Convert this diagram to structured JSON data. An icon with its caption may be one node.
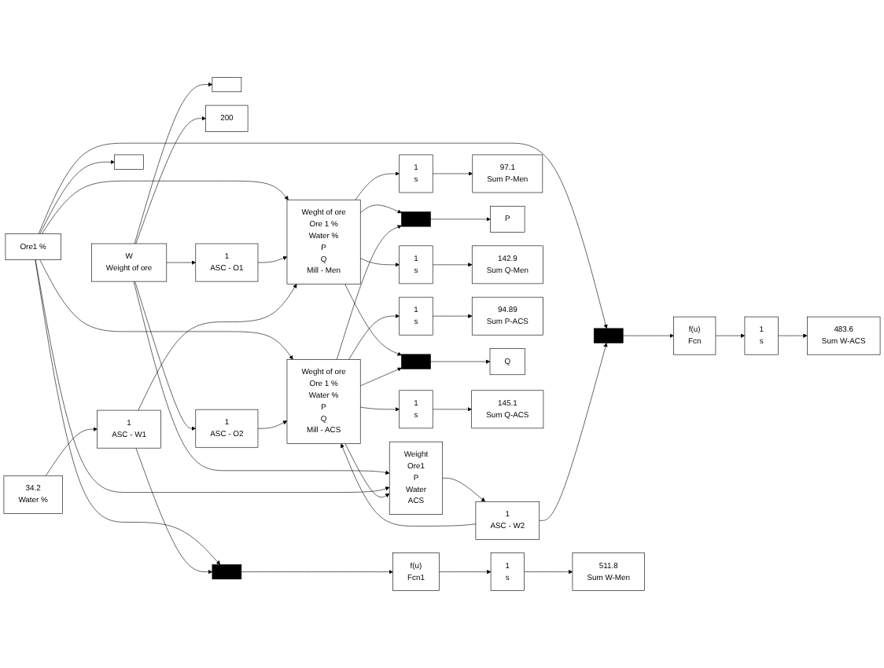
{
  "diagram": {
    "nodes": [
      {
        "text": [],
        "shape": "box"
      },
      {
        "text": [
          "200"
        ]
      },
      {
        "text": [
          "W",
          "Weight of ore"
        ]
      },
      {
        "text": [],
        "shape": "box"
      },
      {
        "text": [
          "Ore1 %"
        ]
      },
      {
        "text": [
          "34.2",
          "Water %"
        ]
      },
      {
        "text": [
          "1",
          "ASC - O1"
        ]
      },
      {
        "text": [
          "1",
          "ASC - W1"
        ]
      },
      {
        "text": [
          "1",
          "ASC - O2"
        ]
      },
      {
        "text": [
          "1",
          "ASC - W2"
        ]
      },
      {
        "text": [
          "Weght of ore",
          "Ore 1 %",
          "Water %",
          "P",
          "Q",
          "Mill - Men"
        ]
      },
      {
        "text": [
          "Weght of ore",
          "Ore 1 %",
          "Water %",
          "P",
          "Q",
          "Mill - ACS"
        ]
      },
      {
        "text": [
          "Weight",
          "Ore1",
          "P",
          "Water",
          "ACS"
        ]
      },
      {
        "text": [
          "1",
          "s"
        ]
      },
      {
        "text": [
          "97.1",
          "Sum P-Men"
        ]
      },
      {
        "text": [],
        "shape": "bar"
      },
      {
        "text": [
          "P"
        ]
      },
      {
        "text": [
          "1",
          "s"
        ]
      },
      {
        "text": [
          "142.9",
          "Sum Q-Men"
        ]
      },
      {
        "text": [
          "1",
          "s"
        ]
      },
      {
        "text": [
          "94.89",
          "Sum P-ACS"
        ]
      },
      {
        "text": [],
        "shape": "bar"
      },
      {
        "text": [
          "Q"
        ]
      },
      {
        "text": [
          "1",
          "s"
        ]
      },
      {
        "text": [
          "145.1",
          "Sum Q-ACS"
        ]
      },
      {
        "text": [],
        "shape": "bar"
      },
      {
        "text": [
          "f(u)",
          "Fcn"
        ]
      },
      {
        "text": [
          "1",
          "s"
        ]
      },
      {
        "text": [
          "483.6",
          "Sum W-ACS"
        ]
      },
      {
        "text": [],
        "shape": "bar"
      },
      {
        "text": [
          "f(u)",
          "Fcn1"
        ]
      },
      {
        "text": [
          "1",
          "s"
        ]
      },
      {
        "text": [
          "511.8",
          "Sum W-Men"
        ]
      }
    ],
    "edges": [
      {
        "from": 2,
        "to": 0,
        "arrow": "to"
      },
      {
        "from": 2,
        "to": 1,
        "arrow": "to"
      },
      {
        "from": 2,
        "to": 6,
        "arrow": "to"
      },
      {
        "from": 2,
        "to": 8,
        "arrow": "to"
      },
      {
        "from": 2,
        "to": 12,
        "arrow": "to"
      },
      {
        "from": 4,
        "to": 3,
        "arrow": "to"
      },
      {
        "from": 4,
        "to": 10,
        "arrow": "to"
      },
      {
        "from": 4,
        "to": 11,
        "arrow": "to"
      },
      {
        "from": 4,
        "to": 12,
        "arrow": "to"
      },
      {
        "from": 4,
        "to": 25,
        "arrow": "to"
      },
      {
        "from": 4,
        "to": 29,
        "arrow": "to"
      },
      {
        "from": 5,
        "to": 7,
        "arrow": "to"
      },
      {
        "from": 12,
        "to": 9,
        "arrow": "to"
      },
      {
        "from": 6,
        "to": 10,
        "arrow": "to"
      },
      {
        "from": 7,
        "to": 10,
        "arrow": "to"
      },
      {
        "from": 8,
        "to": 11,
        "arrow": "to"
      },
      {
        "from": 9,
        "to": 11,
        "arrow": "to"
      },
      {
        "from": 7,
        "to": 29,
        "arrow": "to"
      },
      {
        "from": 9,
        "to": 25,
        "arrow": "to"
      },
      {
        "from": 10,
        "to": 13,
        "arrow": "to"
      },
      {
        "from": 10,
        "to": 15,
        "arrow": "to"
      },
      {
        "from": 10,
        "to": 17,
        "arrow": "to"
      },
      {
        "from": 10,
        "to": 21,
        "arrow": "to"
      },
      {
        "from": 11,
        "to": 19,
        "arrow": "to"
      },
      {
        "from": 11,
        "to": 15,
        "arrow": "to"
      },
      {
        "from": 11,
        "to": 12,
        "arrow": "to"
      },
      {
        "from": 11,
        "to": 23,
        "arrow": "to"
      },
      {
        "from": 11,
        "to": 21,
        "arrow": "to"
      },
      {
        "from": 13,
        "to": 14,
        "arrow": "to"
      },
      {
        "from": 17,
        "to": 18,
        "arrow": "to"
      },
      {
        "from": 19,
        "to": 20,
        "arrow": "to"
      },
      {
        "from": 23,
        "to": 24,
        "arrow": "to"
      },
      {
        "from": 15,
        "to": 16,
        "arrow": "to"
      },
      {
        "from": 21,
        "to": 22,
        "arrow": "to"
      },
      {
        "from": 25,
        "to": 26,
        "arrow": "to"
      },
      {
        "from": 26,
        "to": 27,
        "arrow": "to"
      },
      {
        "from": 27,
        "to": 28,
        "arrow": "to"
      },
      {
        "from": 29,
        "to": 30,
        "arrow": "to"
      },
      {
        "from": 30,
        "to": 31,
        "arrow": "to"
      },
      {
        "from": 31,
        "to": 32,
        "arrow": "to"
      }
    ]
  }
}
